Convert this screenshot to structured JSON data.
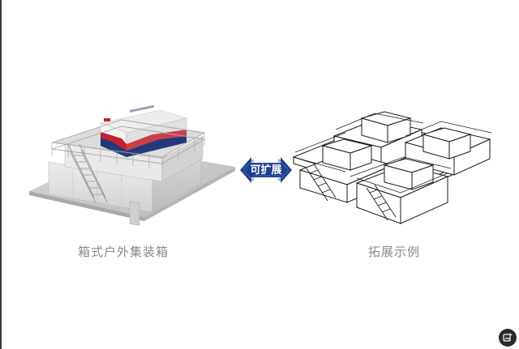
{
  "left_product": {
    "caption": "箱式户外集装箱"
  },
  "center_arrow": {
    "label": "可扩展",
    "color": "#1c3f8f"
  },
  "right_example": {
    "caption": "拓展示例"
  },
  "corner_button": {
    "icon": "image-edit-icon"
  },
  "colors": {
    "stripe_red": "#c4232d",
    "stripe_blue": "#233a7a",
    "caption_gray": "#8a8a8a"
  }
}
